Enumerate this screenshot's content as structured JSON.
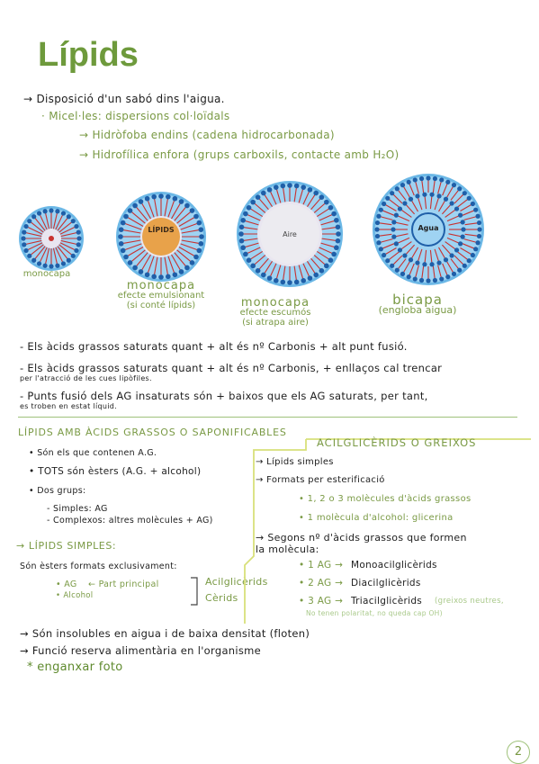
{
  "title": "Lípids",
  "intro": {
    "line1": "→ Disposició d'un sabó dins l'aigua.",
    "line2": "· Micel·les: dispersions col·loïdals",
    "line3": "→ Hidròfoba endins (cadena hidrocarbonada)",
    "line4": "→ Hidrofílica enfora (grups carboxils, contacte amb H₂O)"
  },
  "diagrams": {
    "c1": {
      "label": "monocapa"
    },
    "c2": {
      "inner": "LÍPIDS",
      "label1": "monocapa",
      "label2": "efecte emulsionant",
      "label3": "(si conté lípids)"
    },
    "c3": {
      "inner": "Aire",
      "label1": "monocapa",
      "label2": "efecte escumós",
      "label3": "(si atrapa aire)"
    },
    "c4": {
      "inner": "Agua",
      "label1": "bicapa",
      "label2": "(engloba aigua)"
    }
  },
  "facts": {
    "f1": "- Els àcids grassos saturats quant + alt és nº Carbonis + alt punt fusió.",
    "f2a": "- Els àcids grassos saturats quant + alt és nº Carbonis, + enllaços cal trencar",
    "f2b": "per l'atracció de les cues lipòfiles.",
    "f3a": "- Punts fusió dels AG insaturats són + baixos que els AG saturats, per tant,",
    "f3b": "es troben en estat líquid."
  },
  "left": {
    "heading": "LÍPIDS AMB ÀCIDS GRASSOS O SAPONIFICABLES",
    "b1": "• Són els que contenen A.G.",
    "b2": "• TOTS són èsters (A.G. + alcohol)",
    "b3": "• Dos grups:",
    "b3a": "- Simples: AG",
    "b3b": "- Complexos: altres molècules + AG)",
    "sub": "→ LÍPIDS SIMPLES:",
    "s1": "Són èsters formats exclusivament:",
    "ag": "• AG",
    "arrow": "← Part principal",
    "alc": "• Alcohol",
    "r1": "Acilglicèrids",
    "r2": "Cèrids"
  },
  "right": {
    "heading": "ACILGLICÈRIDS O GREIXOS",
    "l1": "→ Lípids simples",
    "l2": "→ Formats per esterificació",
    "l3": "• 1, 2 o 3 molècules d'àcids grassos",
    "l4": "• 1 molècula d'alcohol: glicerina",
    "l5": "→ Segons nº d'àcids grassos que formen",
    "l5b": "la molècula:",
    "m1a": "• 1 AG →",
    "m1b": "Monoacilglicèrids",
    "m2a": "• 2 AG →",
    "m2b": "Diacilglicèrids",
    "m3a": "• 3 AG →",
    "m3b": "Triacilglicèrids",
    "m3c": "(greixos neutres,",
    "m3d": "No tenen polaritat, no queda cap OH)"
  },
  "footer": {
    "f1": "→ Són insolubles en aigua i de baixa densitat (floten)",
    "f2": "→ Funció reserva alimentària en l'organisme",
    "f3": "* enganxar foto"
  },
  "page_number": "2"
}
